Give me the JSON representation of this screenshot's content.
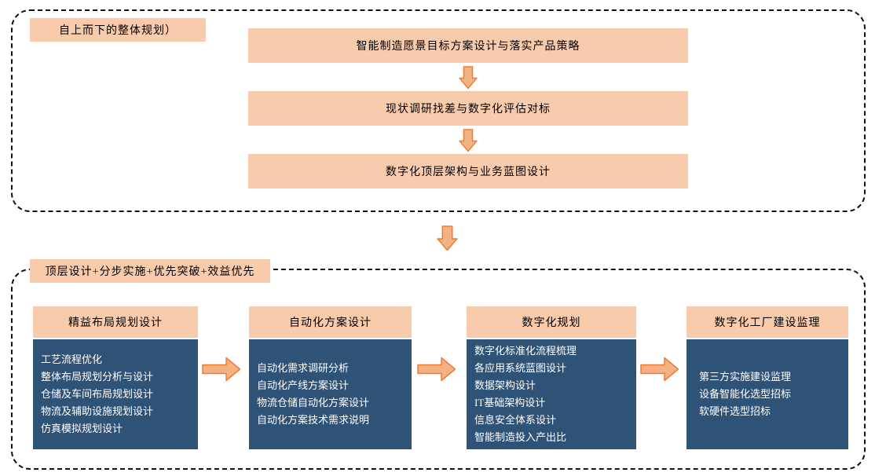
{
  "top": {
    "label": "自上而下的整体规划）",
    "steps": [
      "智能制造愿景目标方案设计与落实产品策略",
      "现状调研找差与数字化评估对标",
      "数字化顶层架构与业务蓝图设计"
    ]
  },
  "bottom": {
    "label": "顶层设计+分步实施+优先突破+效益优先",
    "columns": [
      {
        "header": "精益布局规划设计",
        "items": [
          "工艺流程优化",
          "整体布局规划分析与设计",
          "仓储及车间布局规划设计",
          "物流及辅助设施规划设计",
          "仿真模拟规划设计"
        ]
      },
      {
        "header": "自动化方案设计",
        "items": [
          "自动化需求调研分析",
          "自动化产线方案设计",
          "物流仓储自动化方案设计",
          "自动化方案技术需求说明"
        ]
      },
      {
        "header": "数字化规划",
        "items": [
          "数字化标准化流程梳理",
          "各应用系统蓝图设计",
          "数据架构设计",
          "IT基础架构设计",
          "信息安全体系设计",
          "智能制造投入产出比"
        ]
      },
      {
        "header": "数字化工厂建设监理",
        "items": [
          "第三方实施建设监理",
          "设备智能化选型招标",
          "软硬件选型招标"
        ]
      }
    ]
  },
  "icons": {
    "down_arrow_icon": "block-arrow-down",
    "right_arrow_icon": "block-arrow-right"
  },
  "colors": {
    "orange_box": "#F8CBAD",
    "blue_box": "#2F5376",
    "arrow_fill": "#F4B183",
    "arrow_stroke": "#ED7D31",
    "dashed_border": "#111111",
    "body_text": "#FFFFFF",
    "background": "#FFFFFF"
  }
}
